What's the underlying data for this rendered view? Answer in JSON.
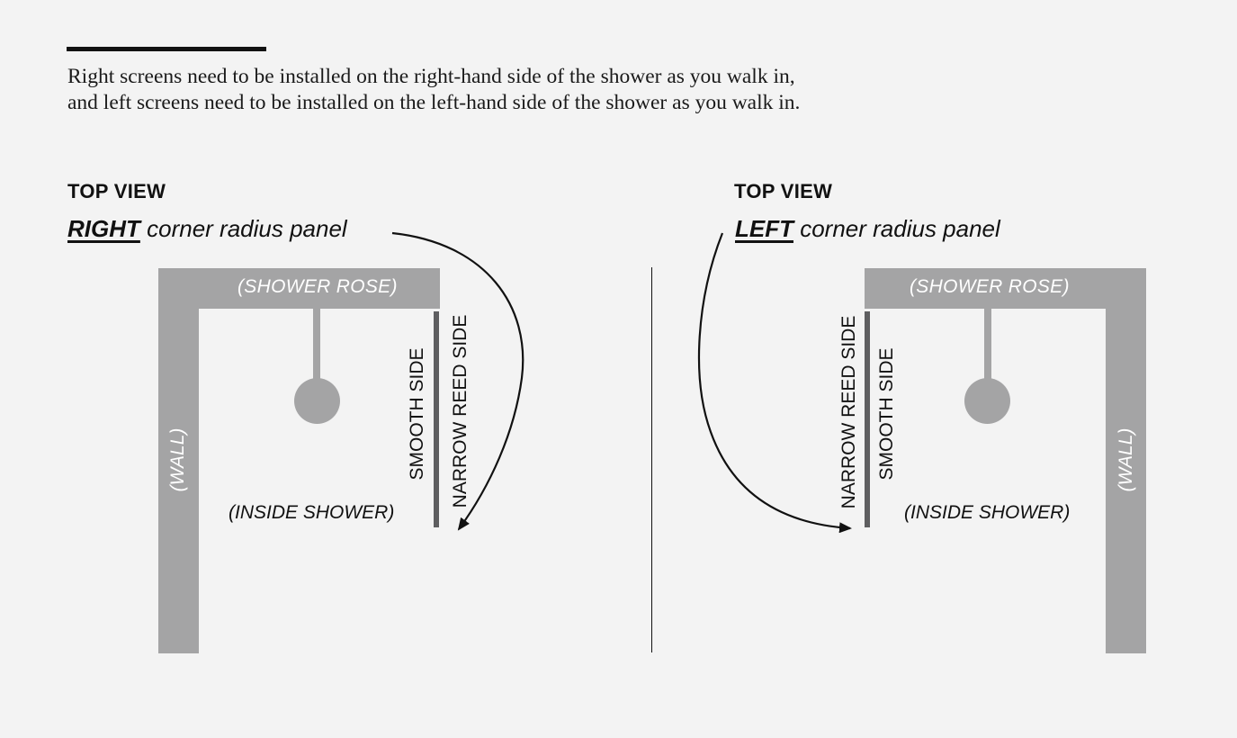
{
  "intro": {
    "line1": "Right screens need to be installed on the right-hand side of the shower as you walk in,",
    "line2": "and left screens need to be installed on the left-hand side of the shower as you walk in."
  },
  "right_panel": {
    "view_label": "TOP VIEW",
    "hand": "RIGHT",
    "title_rest": " corner radius panel",
    "rose_label": "(SHOWER ROSE)",
    "wall_label": "(WALL)",
    "smooth_label": "SMOOTH SIDE",
    "reed_label": "NARROW REED SIDE",
    "inside_label": "(INSIDE SHOWER)"
  },
  "left_panel": {
    "view_label": "TOP VIEW",
    "hand": "LEFT",
    "title_rest": " corner radius panel",
    "rose_label": "(SHOWER ROSE)",
    "wall_label": "(WALL)",
    "smooth_label": "SMOOTH SIDE",
    "reed_label": "NARROW REED SIDE",
    "inside_label": "(INSIDE SHOWER)"
  },
  "colors": {
    "background": "#f3f3f3",
    "wall": "#a4a4a5",
    "screen": "#5e5e60",
    "ink": "#111111"
  }
}
